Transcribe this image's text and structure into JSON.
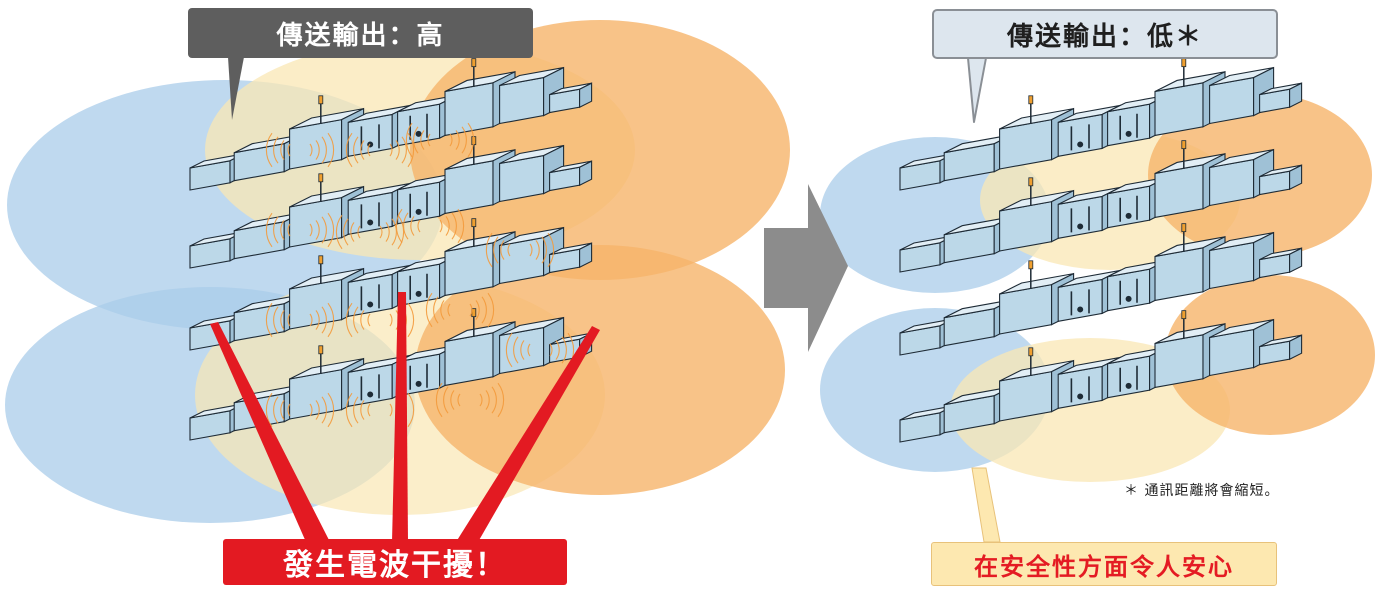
{
  "left_panel": {
    "callout": "傳送輸出：高",
    "alert": "發生電波干擾！"
  },
  "right_panel": {
    "callout": "傳送輸出：低＊",
    "footnote": "＊ 通訊距離將會縮短。",
    "safety_message": "在安全性方面令人安心"
  },
  "colors": {
    "zone_blue": "#a9cce9",
    "zone_cream": "#f9e7b4",
    "zone_orange": "#f6b46a",
    "machine_blue": "#bcd8e8",
    "wave_orange": "#f39a3c",
    "alert_red": "#e31a22",
    "arrow_gray": "#8c8c8c"
  },
  "icons": [
    "production-line-machine-icon",
    "radio-wave-icon",
    "transition-arrow-icon"
  ]
}
